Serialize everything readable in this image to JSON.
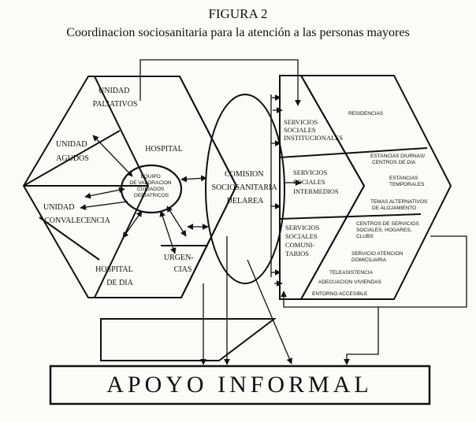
{
  "figure": {
    "label": "FIGURA 2",
    "caption": "Coordinacion sociosanitaria para la atención a las personas mayores"
  },
  "hospital": {
    "unidad_paliativos": [
      "UNIDAD",
      "PALIATIVOS"
    ],
    "unidad_agudos": [
      "UNIDAD",
      "AGUDOS"
    ],
    "hospital": "HOSPITAL",
    "unidad_convalecencia": [
      "UNIDAD",
      "CONVALECENCIA"
    ],
    "hospital_de_dia": [
      "HOSPITAL",
      "DE DIA"
    ],
    "urgencias": [
      "URGEN-",
      "CIAS"
    ],
    "equipo_valoracion": [
      "EQUIPO",
      "DE VALORACION",
      "CUIDADOS",
      "GERIATRICOS"
    ]
  },
  "comision": [
    "COMISION",
    "SOCIOSANITARIA",
    "DELAREA"
  ],
  "servicios": {
    "institucionales": [
      "SERVICIOS",
      "SOCIALES",
      "INSTITUCIONALES"
    ],
    "intermedios": [
      "SERVICIOS",
      "SOCIALES",
      "INTERMEDIOS"
    ],
    "comunitarios": [
      "SERVICIOS",
      "SOCIALES",
      "COMUNI-",
      "TARIOS"
    ],
    "residencias": "RESIDENCIAS",
    "estancias_diurnas": [
      "ESTANCIAS DIURNAS/",
      "CENTROS DE DIA"
    ],
    "estancias_temporales": [
      "ESTANCIAS",
      "TEMPORALES"
    ],
    "temas_alternativos": [
      "TEMAS ALTERNATIVOS",
      "DE ALOJAMIENTO"
    ],
    "centros_servicios": [
      "CENTROS DE SERVICIOS",
      "SOCIALES, HOGARES,",
      "CLUBS"
    ],
    "servicio_atencion": [
      "SERVICIO ATENCION",
      "DOMICILIARIA"
    ],
    "teleasistencia": "TELEASISTENCIA",
    "adecuacion_viviendas": "ADECUACION VIVIENDAS",
    "entorno_accesible": "ENTORNO ACCESIBLE"
  },
  "apoyo_informal": "APOYO INFORMAL",
  "colors": {
    "ink": "#111111",
    "paper": "#fbfbf9"
  }
}
